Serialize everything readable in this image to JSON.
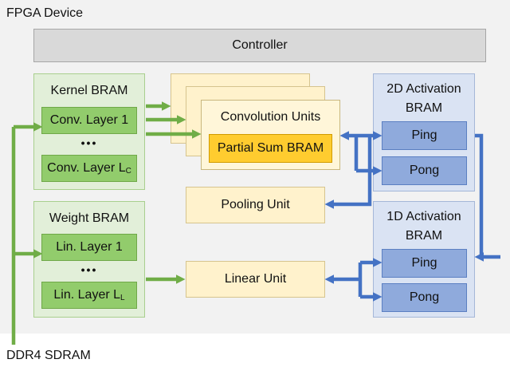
{
  "device": {
    "label": "FPGA Device",
    "bg_color": "#f2f2f2"
  },
  "external": {
    "label": "DDR4 SDRAM"
  },
  "controller": {
    "label": "Controller"
  },
  "kernel_bram": {
    "title": "Kernel BRAM",
    "layer_first": "Conv. Layer 1",
    "dots": "•••",
    "layer_last": "Conv. Layer L",
    "layer_last_sub": "C"
  },
  "weight_bram": {
    "title": "Weight BRAM",
    "layer_first": "Lin. Layer 1",
    "dots": "•••",
    "layer_last": "Lin. Layer L",
    "layer_last_sub": "L"
  },
  "convolution_units": {
    "label": "Convolution Units",
    "partial_sum": "Partial Sum BRAM"
  },
  "pooling_unit": {
    "label": "Pooling Unit"
  },
  "linear_unit": {
    "label": "Linear Unit"
  },
  "activation_2d": {
    "title_line1": "2D Activation",
    "title_line2": "BRAM",
    "ping": "Ping",
    "pong": "Pong"
  },
  "activation_1d": {
    "title_line1": "1D Activation",
    "title_line2": "BRAM",
    "ping": "Ping",
    "pong": "Pong"
  },
  "colors": {
    "green_arrow": "#70ad47",
    "blue_arrow": "#4472c4",
    "gold": "#ffcc2f"
  }
}
